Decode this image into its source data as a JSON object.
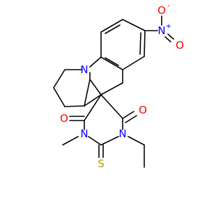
{
  "molecule": {
    "atoms": {
      "nitro_n": {
        "label": "N",
        "charge": "+",
        "element": "N"
      },
      "nitro_o_top": {
        "label": "O",
        "charge": "-",
        "element": "O"
      },
      "nitro_o_right": {
        "label": "O",
        "element": "O"
      },
      "ring_n": {
        "label": "N",
        "element": "N"
      },
      "carbonyl_o_left": {
        "label": "O",
        "element": "O"
      },
      "carbonyl_o_right": {
        "label": "O",
        "element": "O"
      },
      "amide_n_left": {
        "label": "N",
        "element": "N"
      },
      "amide_n_right": {
        "label": "N",
        "element": "N"
      },
      "thione_s": {
        "label": "S",
        "element": "S"
      }
    }
  },
  "colors": {
    "bond": "#000000",
    "nitrogen": "#0000ff",
    "oxygen": "#ff0000",
    "sulfur": "#b2a000",
    "background": "#ffffff"
  }
}
